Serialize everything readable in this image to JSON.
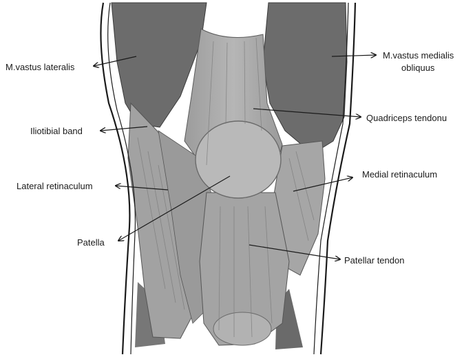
{
  "labels": {
    "vastus_lateralis": "M.vastus lateralis",
    "vastus_medialis_line1": "M.vastus medialis",
    "vastus_medialis_line2": "obliquus",
    "iliotibial_band": "Iliotibial band",
    "quadriceps_tendon": "Quadriceps tendonu",
    "medial_retinaculum": "Medial retinaculum",
    "lateral_retinaculum": "Lateral retinaculum",
    "patella": "Patella",
    "patellar_tendon": "Patellar tendon"
  },
  "colors": {
    "muscle": "#6f6f6f",
    "tendon": "#a9a9a9",
    "patella": "#bdbdbd",
    "outline": "#1a1a1a",
    "text": "#1a1a1a"
  }
}
